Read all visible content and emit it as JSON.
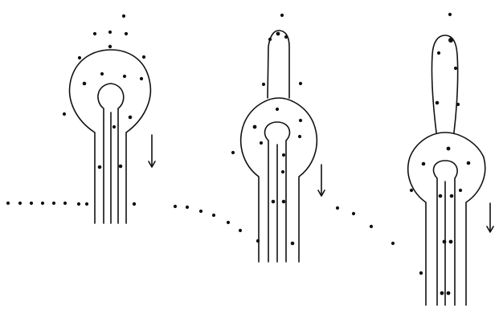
{
  "diagram": {
    "kind": "three-stage sketch of a bulb-headed column with a surrounding dotted trail",
    "stages": [
      {
        "stage": 1,
        "has_neck_extension": false,
        "has_arrow": true,
        "arrow_direction": "down"
      },
      {
        "stage": 2,
        "has_neck_extension": true,
        "has_arrow": true,
        "arrow_direction": "down"
      },
      {
        "stage": 3,
        "has_neck_extension": true,
        "has_arrow": true,
        "arrow_direction": "down"
      }
    ],
    "colors": {
      "ink": "#111111",
      "background": "#ffffff"
    }
  }
}
